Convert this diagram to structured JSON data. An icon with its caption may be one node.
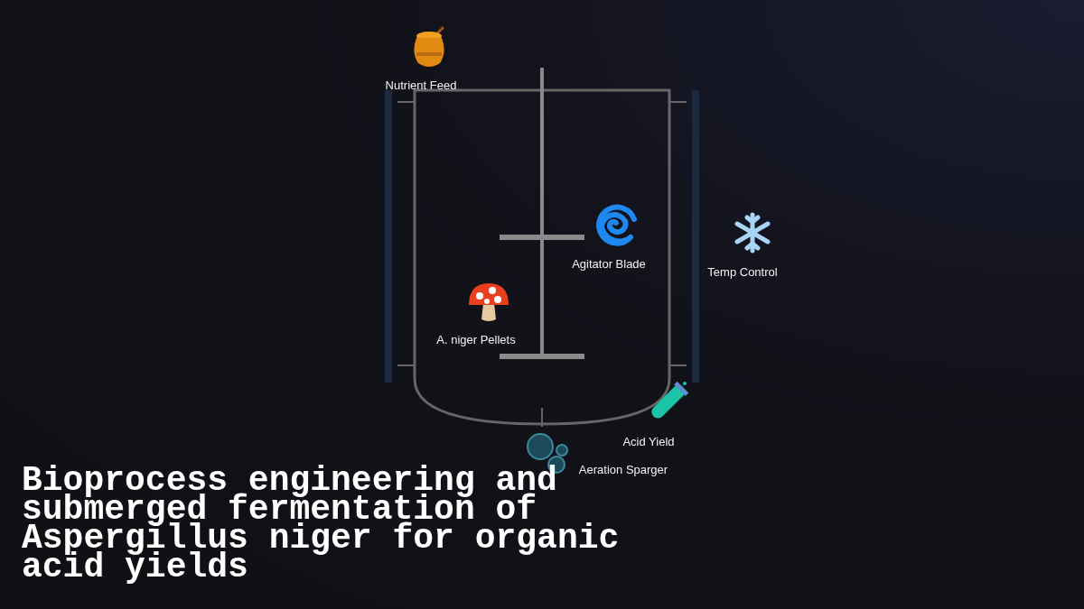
{
  "diagram": {
    "title": "Bioprocess engineering and submerged fermentation of Aspergillus niger for organic acid yields",
    "labels": [
      "Nutrient Feed",
      "Agitator Blade",
      "Temp Control",
      "A. niger Pellets",
      "Acid Yield",
      "Aeration Sparger"
    ]
  }
}
